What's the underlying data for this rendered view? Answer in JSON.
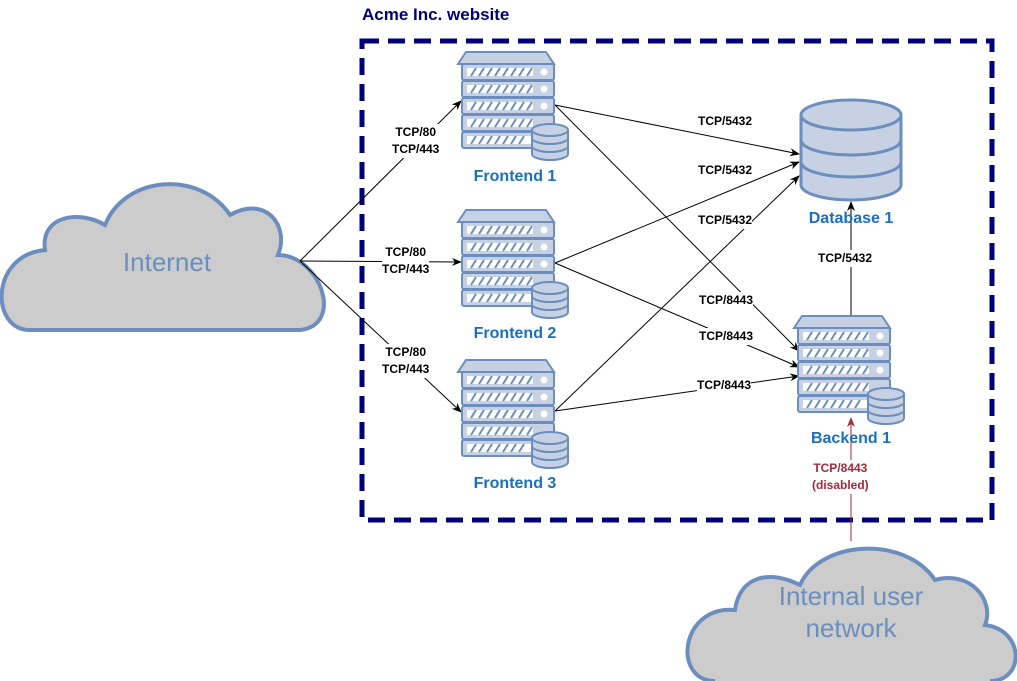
{
  "boundary": {
    "title": "Acme Inc. website"
  },
  "clouds": {
    "internet": "Internet",
    "internal": {
      "line1": "Internal user",
      "line2": "network"
    }
  },
  "nodes": {
    "frontend1": "Frontend 1",
    "frontend2": "Frontend 2",
    "frontend3": "Frontend 3",
    "database1": "Database 1",
    "backend1": "Backend 1"
  },
  "edges": {
    "internet_fe1": {
      "line1": "TCP/80",
      "line2": "TCP/443"
    },
    "internet_fe2": {
      "line1": "TCP/80",
      "line2": "TCP/443"
    },
    "internet_fe3": {
      "line1": "TCP/80",
      "line2": "TCP/443"
    },
    "fe1_db": "TCP/5432",
    "fe2_db": "TCP/5432",
    "fe3_db": "TCP/5432",
    "be_db": "TCP/5432",
    "fe1_be": "TCP/8443",
    "fe2_be": "TCP/8443",
    "fe3_be": "TCP/8443",
    "internal_be": {
      "line1": "TCP/8443",
      "line2": "(disabled)"
    }
  },
  "colors": {
    "boundary": "#00007a",
    "node_label": "#1a6fc0",
    "cloud_fill": "#cccccc",
    "cloud_stroke": "#6c8ebf",
    "server_fill": "#c7d1e4",
    "disabled_edge": "#a52a3a"
  }
}
